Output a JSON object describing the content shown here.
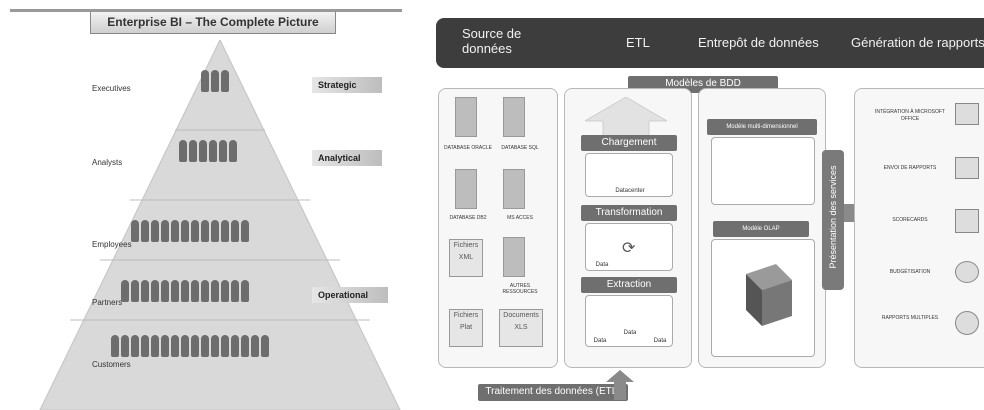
{
  "left": {
    "title": "Enterprise BI – The Complete Picture",
    "roles": [
      "Executives",
      "Analysts",
      "Employees",
      "Partners",
      "Customers"
    ],
    "levels": [
      "Strategic",
      "Analytical",
      "Operational"
    ]
  },
  "right": {
    "header": {
      "col1": "Source de données",
      "col2": "ETL",
      "col3": "Entrepôt de données",
      "col4": "Génération de rapports"
    },
    "banner_top": "Modèles de BDD",
    "banner_bottom": "Traitement des données (ETL)",
    "sources": [
      "DATABASE ORACLE",
      "DATABASE SQL",
      "DATABASE DB2",
      "MS ACCES",
      "AUTRES RESSOURCES"
    ],
    "files": [
      "Fichiers XML",
      "Fichiers Plat",
      "Documents XLS"
    ],
    "etl": {
      "load": "Chargement",
      "datacenter": "Datacenter",
      "transform": "Transformation",
      "data": "Data",
      "extract": "Extraction"
    },
    "warehouse": {
      "multi": "Modèle multi-dimensionnel",
      "olap": "Modèle OLAP"
    },
    "services": "Présentation des services",
    "reports": [
      "INTÉGRATION À MICROSOFT OFFICE",
      "ENVOI DE RAPPORTS",
      "SCORECARDS",
      "BUDGÉTISATION",
      "RAPPORTS MULTIPLES"
    ]
  }
}
